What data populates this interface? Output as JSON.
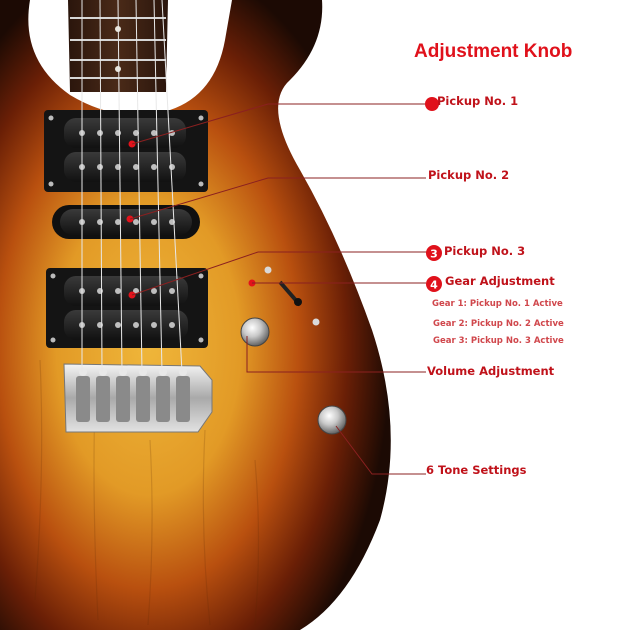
{
  "title": "Adjustment Knob",
  "colors": {
    "accent": "#d0111b",
    "body_center": "#e8a72a",
    "body_mid": "#b5480f",
    "body_edge": "#1c0a04",
    "chrome": "#cfcfcf"
  },
  "labels": {
    "pickup1": "Pickup No. 1",
    "pickup2": "Pickup No. 2",
    "pickup3": "Pickup No. 3",
    "gear": "Gear Adjustment",
    "gear1": "Gear 1: Pickup No. 1 Active",
    "gear2": "Gear 2: Pickup No. 2 Active",
    "gear3": "Gear 3: Pickup No. 3 Active",
    "volume": "Volume Adjustment",
    "tone": "6 Tone Settings"
  },
  "markers": {
    "three": "3",
    "four": "4"
  },
  "icons": {
    "marker1": "red-dot-icon",
    "marker3": "numbered-circle-icon",
    "marker4": "numbered-circle-icon"
  }
}
